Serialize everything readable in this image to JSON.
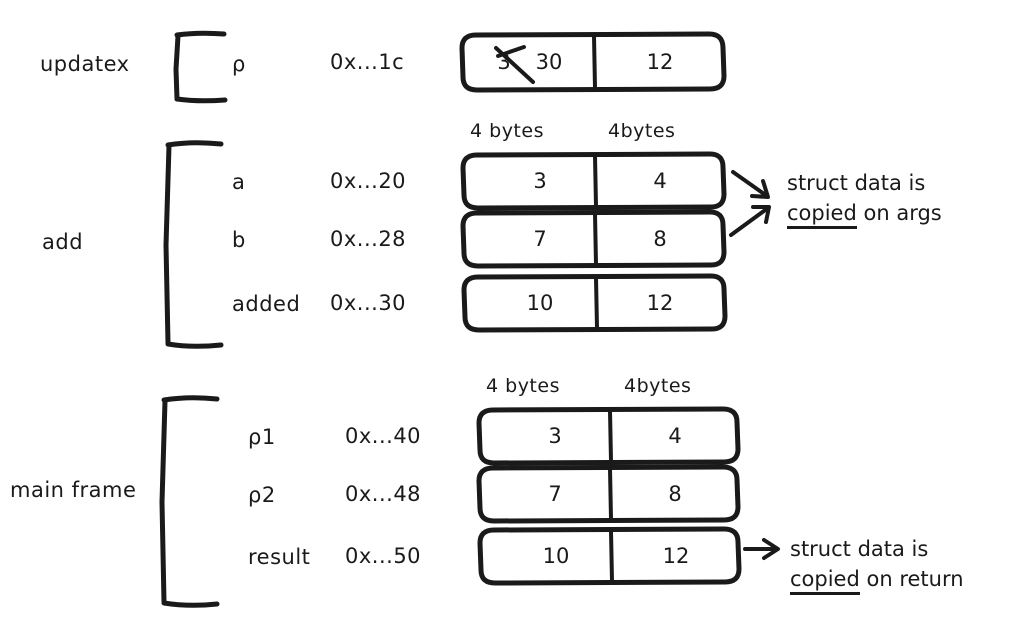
{
  "diagram": {
    "title": "struct copy semantics stack frame diagram",
    "ink_color": "#1a1a1a",
    "background": "#ffffff"
  },
  "frames": [
    {
      "name": "updatex",
      "label": "updatex",
      "rows": [
        {
          "var": "ρ",
          "address": "0x...1c",
          "left_value": "30",
          "left_struck_value": "3",
          "right_value": "12",
          "has_strikethrough": true
        }
      ],
      "byte_labels": [],
      "note": null
    },
    {
      "name": "add",
      "label": "add",
      "rows": [
        {
          "var": "a",
          "address": "0x...20",
          "left_value": "3",
          "right_value": "4",
          "has_strikethrough": false
        },
        {
          "var": "b",
          "address": "0x...28",
          "left_value": "7",
          "right_value": "8",
          "has_strikethrough": false
        },
        {
          "var": "added",
          "address": "0x...30",
          "left_value": "10",
          "right_value": "12",
          "has_strikethrough": false
        }
      ],
      "byte_labels": [
        "4 bytes",
        "4bytes"
      ],
      "note": {
        "line1": "struct data is",
        "line2_underlined": "copied",
        "line2_rest": " on args",
        "arrows": 2
      }
    },
    {
      "name": "main-frame",
      "label": "main frame",
      "rows": [
        {
          "var": "ρ1",
          "address": "0x...40",
          "left_value": "3",
          "right_value": "4",
          "has_strikethrough": false
        },
        {
          "var": "ρ2",
          "address": "0x...48",
          "left_value": "7",
          "right_value": "8",
          "has_strikethrough": false
        },
        {
          "var": "result",
          "address": "0x...50",
          "left_value": "10",
          "right_value": "12",
          "has_strikethrough": false
        }
      ],
      "byte_labels": [
        "4 bytes",
        "4bytes"
      ],
      "note": {
        "line1": "struct data is",
        "line2_underlined": "copied",
        "line2_rest": " on return",
        "arrows": 1
      }
    }
  ]
}
